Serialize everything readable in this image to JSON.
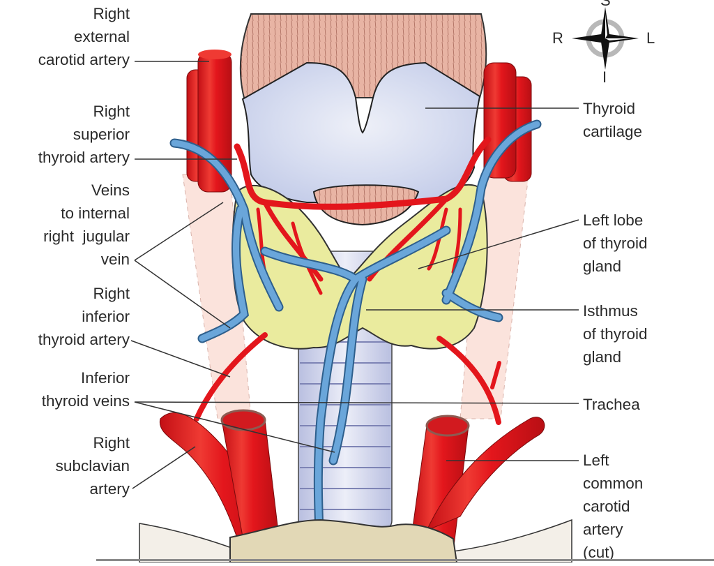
{
  "figure": {
    "subject": "Thyroid gland and surrounding structures, anterior view",
    "colors": {
      "artery": "#e3161c",
      "artery_dark": "#b80f14",
      "vein": "#6aa6da",
      "vein_outline": "#2e5f8c",
      "thyroid_gland": "#eaeb9e",
      "thyroid_cartilage": "#dfe3f2",
      "muscle": "#e8b4a4",
      "trachea": "#c9cde8",
      "bone": "#e2d8b6",
      "background_tissue": "#fbe3dc"
    }
  },
  "compass": {
    "icon": "compass-rose-icon",
    "superior": "S",
    "inferior": "I",
    "right": "R",
    "left": "L"
  },
  "labels_left": [
    {
      "id": "right-external-carotid-artery",
      "lines": [
        "Right",
        "external",
        "carotid artery"
      ]
    },
    {
      "id": "right-superior-thyroid-artery",
      "lines": [
        "Right",
        "superior",
        "thyroid artery"
      ]
    },
    {
      "id": "veins-to-internal-right-jugular-vein",
      "lines": [
        "Veins",
        "to internal",
        "right  jugular",
        "vein"
      ]
    },
    {
      "id": "right-inferior-thyroid-artery",
      "lines": [
        "Right",
        "inferior",
        "thyroid artery"
      ]
    },
    {
      "id": "inferior-thyroid-veins",
      "lines": [
        "Inferior",
        "thyroid veins"
      ]
    },
    {
      "id": "right-subclavian-artery",
      "lines": [
        "Right",
        "subclavian",
        "artery"
      ]
    }
  ],
  "labels_right": [
    {
      "id": "thyroid-cartilage",
      "lines": [
        "Thyroid",
        "cartilage"
      ]
    },
    {
      "id": "left-lobe-of-thyroid-gland",
      "lines": [
        "Left lobe",
        "of thyroid",
        "gland"
      ]
    },
    {
      "id": "isthmus-of-thyroid-gland",
      "lines": [
        "Isthmus",
        "of thyroid",
        "gland"
      ]
    },
    {
      "id": "trachea",
      "lines": [
        "Trachea"
      ]
    },
    {
      "id": "left-common-carotid-artery-cut",
      "lines": [
        "Left",
        "common",
        "carotid",
        "artery",
        "(cut)"
      ]
    }
  ]
}
